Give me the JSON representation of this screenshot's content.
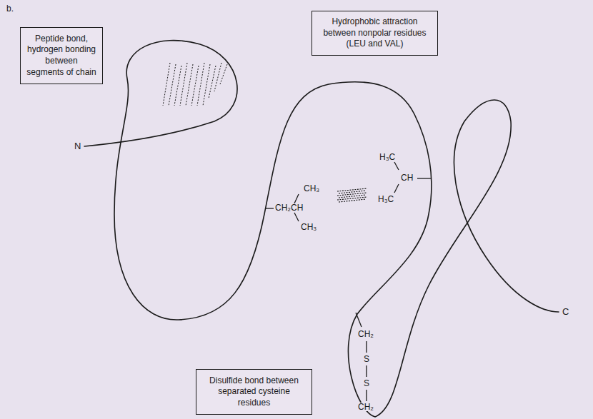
{
  "diagram": {
    "nodes": [
      {
        "text": [
          "Peptide bond, hydrogen bonding between segments of chain"
        ]
      },
      {
        "text": [
          "Hydrophobic attraction between nonpolar residues (LEU and VAL)"
        ]
      },
      {
        "text": [
          "Disulfide bond between separated cysteine residues"
        ]
      }
    ],
    "labels": [
      "b.",
      "N",
      "CH₃",
      "CH₂CH",
      "CH₃",
      "H₃C",
      "CH",
      "H₃C",
      "C",
      "CH₂",
      "S",
      "S",
      "CH₂"
    ]
  }
}
